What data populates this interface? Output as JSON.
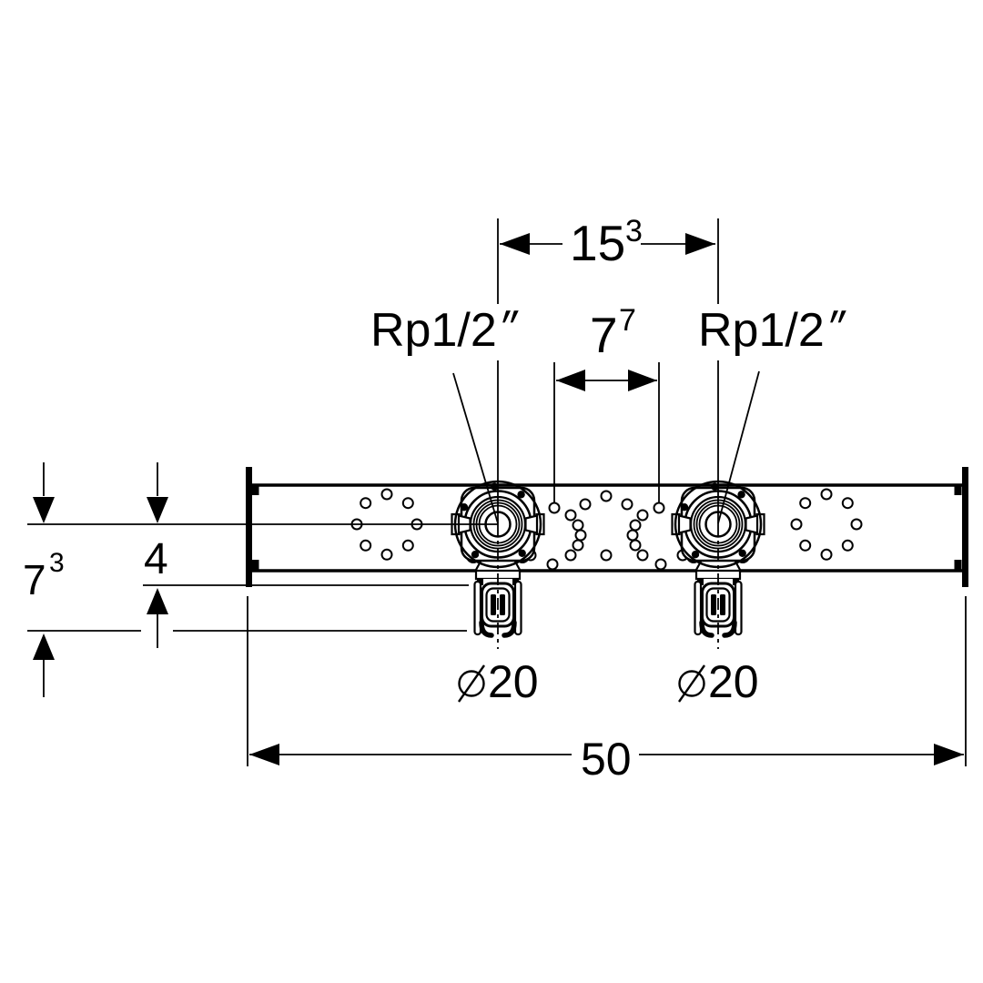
{
  "drawing": {
    "dimensions": {
      "port_spacing": {
        "value": "15",
        "sup": "3"
      },
      "inner_spacing": {
        "value": "7",
        "sup": "7"
      },
      "depth_small": {
        "value": "4"
      },
      "depth_large": {
        "value": "7",
        "sup": "3"
      },
      "total_width": {
        "value": "50"
      }
    },
    "labels": {
      "port_left": {
        "text": "Rp1/2",
        "sup": "″"
      },
      "port_right": {
        "text": "Rp1/2",
        "sup": "″"
      },
      "pipe_left": {
        "symbol": "ø",
        "value": "20"
      },
      "pipe_right": {
        "symbol": "ø",
        "value": "20"
      }
    },
    "colors": {
      "line": "#000000",
      "background": "#ffffff"
    }
  }
}
